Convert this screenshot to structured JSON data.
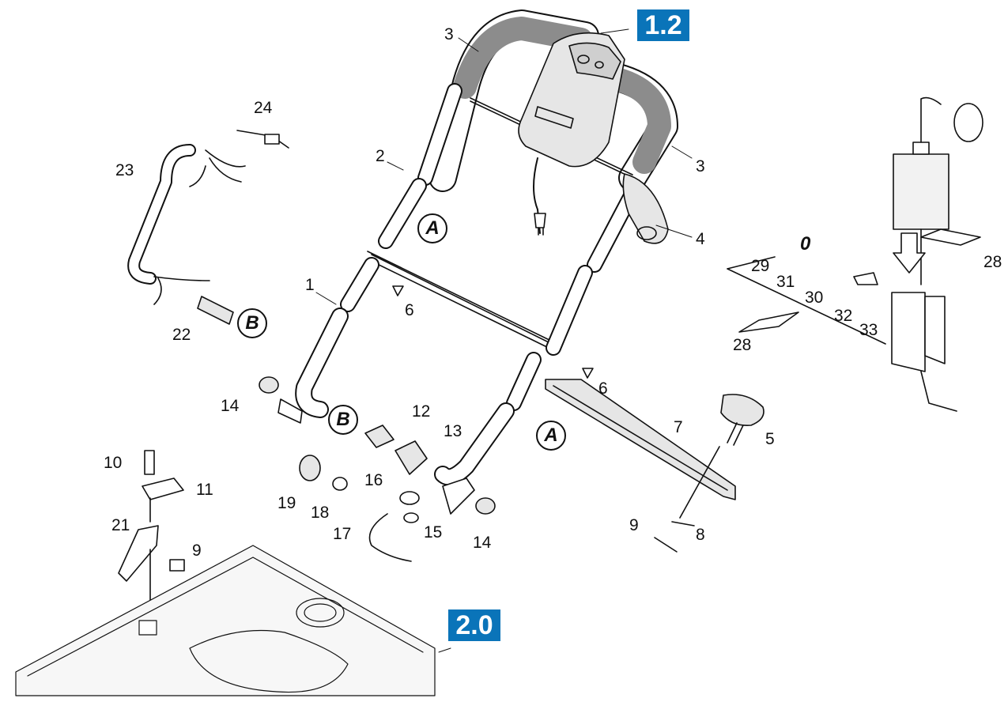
{
  "section_badges": {
    "top": "1.2",
    "bottom": "2.0"
  },
  "markers": {
    "A": "A",
    "B": "B",
    "zero": "0"
  },
  "parts": {
    "p1": "1",
    "p2": "2",
    "p3a": "3",
    "p3b": "3",
    "p4": "4",
    "p5": "5",
    "p6a": "6",
    "p6b": "6",
    "p7": "7",
    "p8": "8",
    "p9a": "9",
    "p9b": "9",
    "p10": "10",
    "p11": "11",
    "p12": "12",
    "p13": "13",
    "p14a": "14",
    "p14b": "14",
    "p15": "15",
    "p16": "16",
    "p17": "17",
    "p18": "18",
    "p19": "19",
    "p21": "21",
    "p22": "22",
    "p23": "23",
    "p24": "24",
    "p28a": "28",
    "p28b": "28",
    "p29": "29",
    "p30": "30",
    "p31": "31",
    "p32": "32",
    "p33": "33"
  },
  "colors": {
    "badge": "#0a74b9",
    "line": "#111111",
    "tube_grip": "#8c8c8c",
    "housing": "#dcdcdc"
  }
}
